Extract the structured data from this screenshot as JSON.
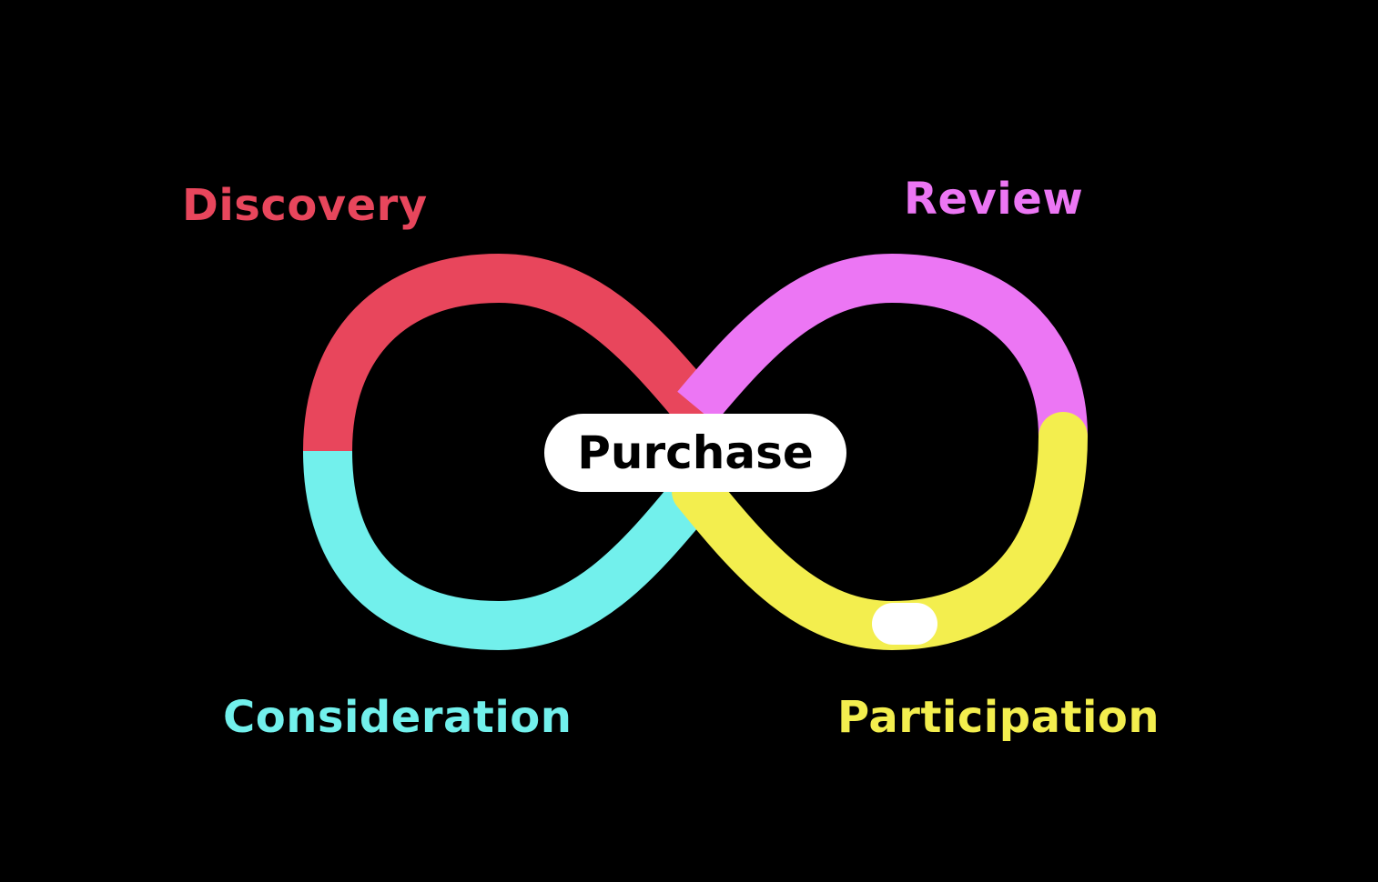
{
  "stages": {
    "discovery": {
      "label": "Discovery",
      "color": "#e8465c"
    },
    "consideration": {
      "label": "Consideration",
      "color": "#72f0ec"
    },
    "review": {
      "label": "Review",
      "color": "#ec76f4"
    },
    "participation": {
      "label": "Participation",
      "color": "#f3ee4e"
    }
  },
  "center": {
    "label": "Purchase"
  },
  "background_color": "#000000",
  "marker_color": "#ffffff"
}
